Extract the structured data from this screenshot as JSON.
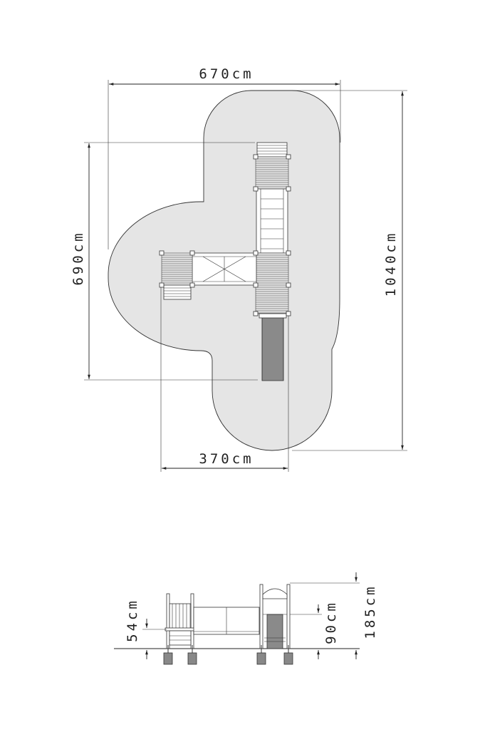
{
  "plan_view": {
    "width_total": "670cm",
    "length_total": "1040cm",
    "length_equipment": "690cm",
    "width_equipment": "370cm"
  },
  "side_view": {
    "platform_low": "54cm",
    "platform_high": "90cm",
    "height_total": "185cm"
  },
  "colors": {
    "safety_zone": "#e5e5e5",
    "slide": "#8a8a8a",
    "line": "#222222"
  }
}
